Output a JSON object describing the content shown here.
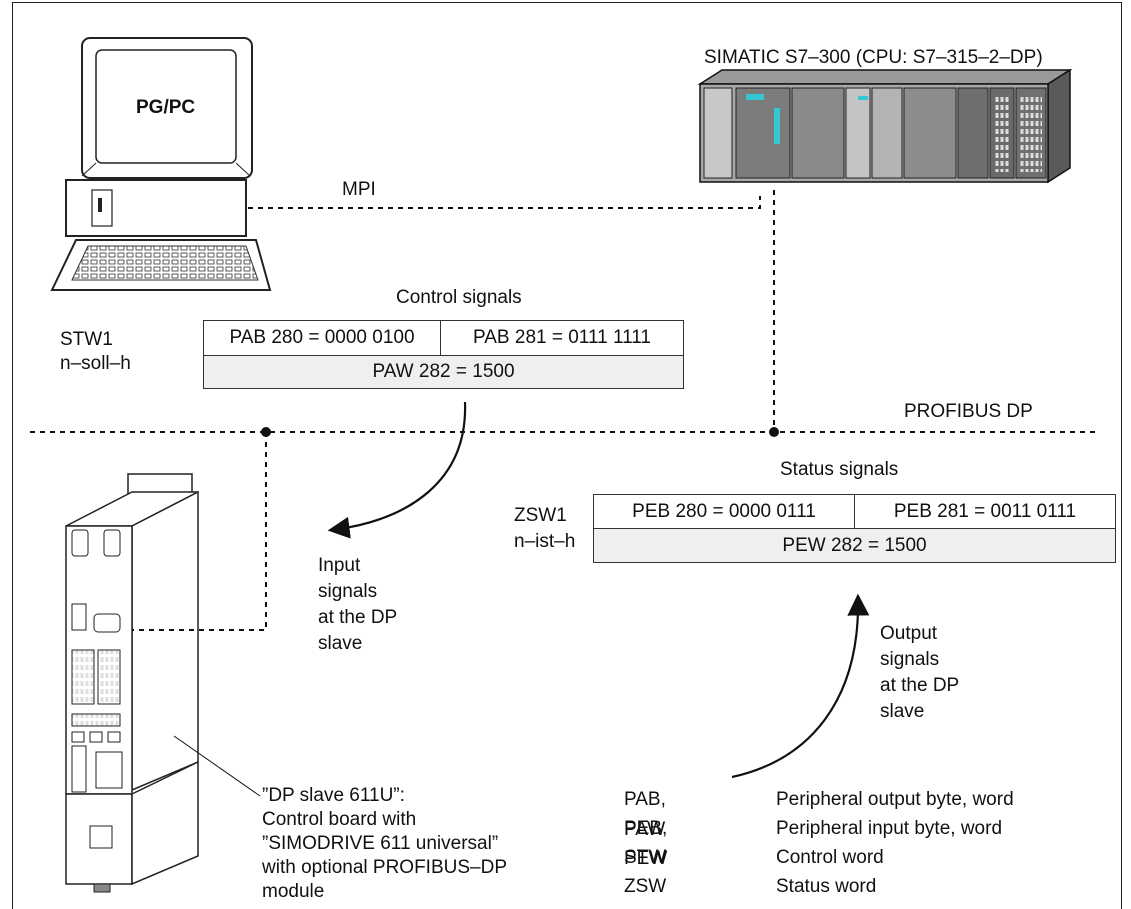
{
  "labels": {
    "plc_title": "SIMATIC S7–300 (CPU: S7–315–2–DP)",
    "pgpc": "PG/PC",
    "mpi": "MPI",
    "profibus": "PROFIBUS DP"
  },
  "control": {
    "title": "Control signals",
    "stw1": "STW1",
    "nsoll": "n–soll–h",
    "pab280": "PAB 280 = 0000 0100",
    "pab281": "PAB 281 = 0111 1111",
    "paw282": "PAW 282 = 1500"
  },
  "status": {
    "title": "Status signals",
    "zsw1": "ZSW1",
    "nist": "n–ist–h",
    "peb280": "PEB 280 = 0000 0111",
    "peb281": "PEB 281 = 0011 0111",
    "pew282": "PEW 282 = 1500"
  },
  "input_note": [
    "Input",
    "signals",
    "at the DP",
    "slave"
  ],
  "output_note": [
    "Output",
    "signals",
    "at the DP",
    "slave"
  ],
  "dp_slave_note": [
    "”DP slave 611U”:",
    "Control board with",
    "”SIMODRIVE 611 universal”",
    "with      optional      PROFIBUS–DP",
    "module"
  ],
  "abbreviations": [
    {
      "key": "PAB, PAW",
      "value": "Peripheral output byte, word"
    },
    {
      "key": "PEB, PEW",
      "value": "Peripheral input byte, word"
    },
    {
      "key": "STW",
      "value": "Control word"
    },
    {
      "key": "ZSW",
      "value": "Status word"
    }
  ]
}
